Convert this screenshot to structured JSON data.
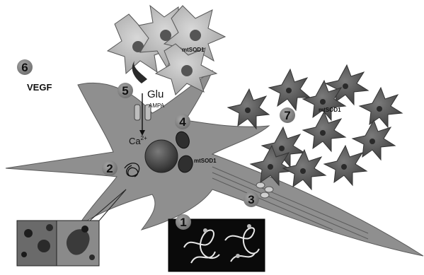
{
  "labels": {
    "vegf": "VEGF",
    "glu": "Glu",
    "ampa": "AMPA",
    "calcium": "Ca",
    "calcium_sup": "2+",
    "mtsod1_neuron": "mtSOD1",
    "mtsod1_astro": "mtSOD1",
    "mtsod1_microglia": "mtSOD1"
  },
  "markers": [
    "1",
    "2",
    "3",
    "4",
    "5",
    "6",
    "7"
  ],
  "colors": {
    "neuron_fill": "#8f8f8f",
    "nucleus_fill": "#4a4a4a",
    "astrocyte_fill": "#c7c7c7",
    "microglia_fill": "#5c5c5c",
    "marker_fill": "#8a8a8a",
    "inset_bg": "#0a0a0a"
  },
  "icons": {
    "astrocyte": "star-astrocyte-icon",
    "microglia": "star-microglia-icon",
    "mitochondria": "mitochondrion-icon",
    "receptor": "ampa-receptor-icon",
    "aggregate": "protein-aggregate-icon"
  }
}
